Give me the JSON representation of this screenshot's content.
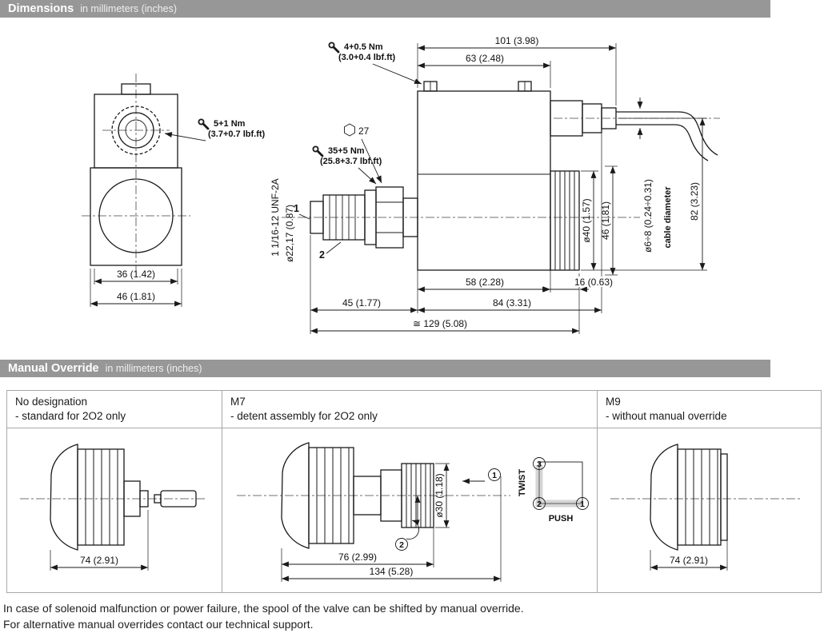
{
  "headers": {
    "dimensions": {
      "title": "Dimensions",
      "subtitle": "in millimeters (inches)"
    },
    "manual_override": {
      "title": "Manual Override",
      "subtitle": "in millimeters (inches)"
    }
  },
  "dim_drawing": {
    "front_view": {
      "d36": "36 (1.42)",
      "d46": "46 (1.81)"
    },
    "torques": {
      "knob": {
        "nm": "5+1 Nm",
        "lbf": "(3.7+0.7 lbf.ft)"
      },
      "screws": {
        "nm": "4+0.5 Nm",
        "lbf": "(3.0+0.4 lbf.ft)"
      },
      "cartridge": {
        "nm": "35+5 Nm",
        "lbf": "(25.8+3.7 lbf.ft)"
      }
    },
    "hex_across_flats": "27",
    "thread": "1 1/16-12 UNF-2A",
    "cartridge_dia": "ø22,17 (0.87)",
    "ports": {
      "p1": "1",
      "p2": "2"
    },
    "top": {
      "d101": "101 (3.98)",
      "d63": "63 (2.48)"
    },
    "right": {
      "d40": "ø40 (1.57)",
      "d46": "46 (1.81)",
      "cable_dia": "ø6÷8 (0.24÷0.31)",
      "cable_label": "cable diameter",
      "d82": "82 (3.23)"
    },
    "bottom": {
      "d58": "58 (2.28)",
      "d16": "16 (0.63)",
      "d84": "84 (3.31)",
      "d45": "45 (1.77)",
      "d129": "≅ 129 (5.08)"
    }
  },
  "override": {
    "columns": [
      {
        "title": "No designation",
        "subtitle": "- standard for 2O2 only",
        "dim74": "74 (2.91)"
      },
      {
        "title": "M7",
        "subtitle": "- detent assembly for 2O2 only",
        "dia30": "ø30 (1.18)",
        "d76": "76 (2.99)",
        "d134": "134 (5.28)",
        "twist": "TWIST",
        "push": "PUSH",
        "step1": "1",
        "step2": "2",
        "step3": "3"
      },
      {
        "title": "M9",
        "subtitle": "- without manual override",
        "dim74": "74 (2.91)"
      }
    ]
  },
  "footer": {
    "line1": "In case of solenoid malfunction or power failure, the spool of the valve can be shifted by manual override.",
    "line2": "For alternative manual overrides contact our technical support."
  }
}
